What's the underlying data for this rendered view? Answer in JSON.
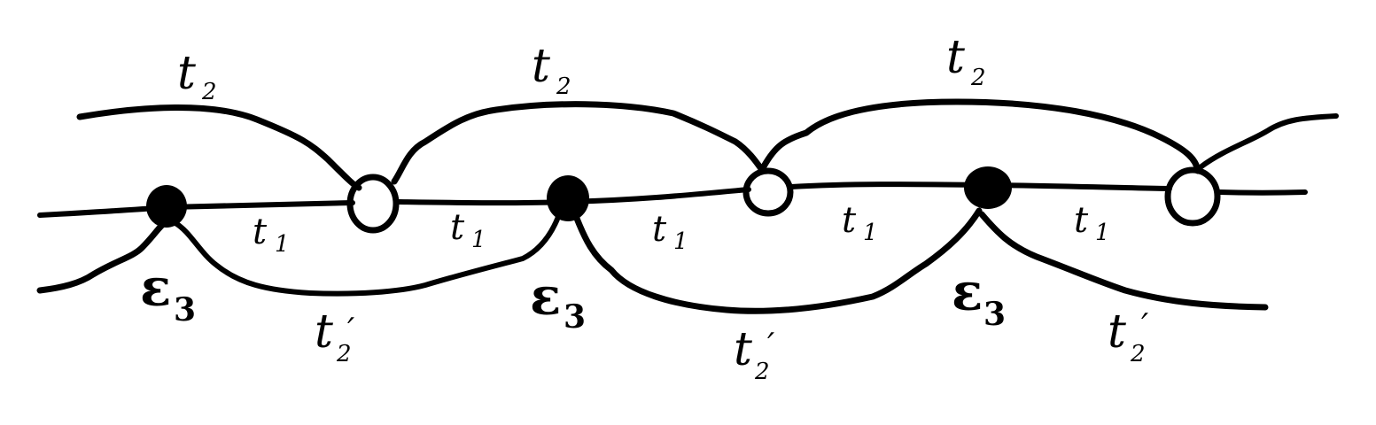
{
  "labels": {
    "t2_top_1": "t",
    "t2_top_1_sub": "2",
    "t2_top_2": "t",
    "t2_top_2_sub": "2",
    "t2_top_3": "t",
    "t2_top_3_sub": "2",
    "t1_1": "t",
    "t1_1_sub": "1",
    "t1_2": "t",
    "t1_2_sub": "1",
    "t1_3": "t",
    "t1_3_sub": "1",
    "t1_4": "t",
    "t1_4_sub": "1",
    "t1_5": "t",
    "t1_5_sub": "1",
    "eps3_1": "ε",
    "eps3_1_sub": "3",
    "eps3_2": "ε",
    "eps3_2_sub": "3",
    "eps3_3": "ε",
    "eps3_3_sub": "3",
    "t2p_1": "t",
    "t2p_1_sub": "2",
    "t2p_1_prime": "′",
    "t2p_2": "t",
    "t2p_2_sub": "2",
    "t2p_2_prime": "′",
    "t2p_3": "t",
    "t2p_3_sub": "2",
    "t2p_3_prime": "′"
  },
  "colors": {
    "ink": "#000000",
    "background": "#ffffff"
  },
  "nodes": {
    "filled_count": 3,
    "open_count": 3
  }
}
